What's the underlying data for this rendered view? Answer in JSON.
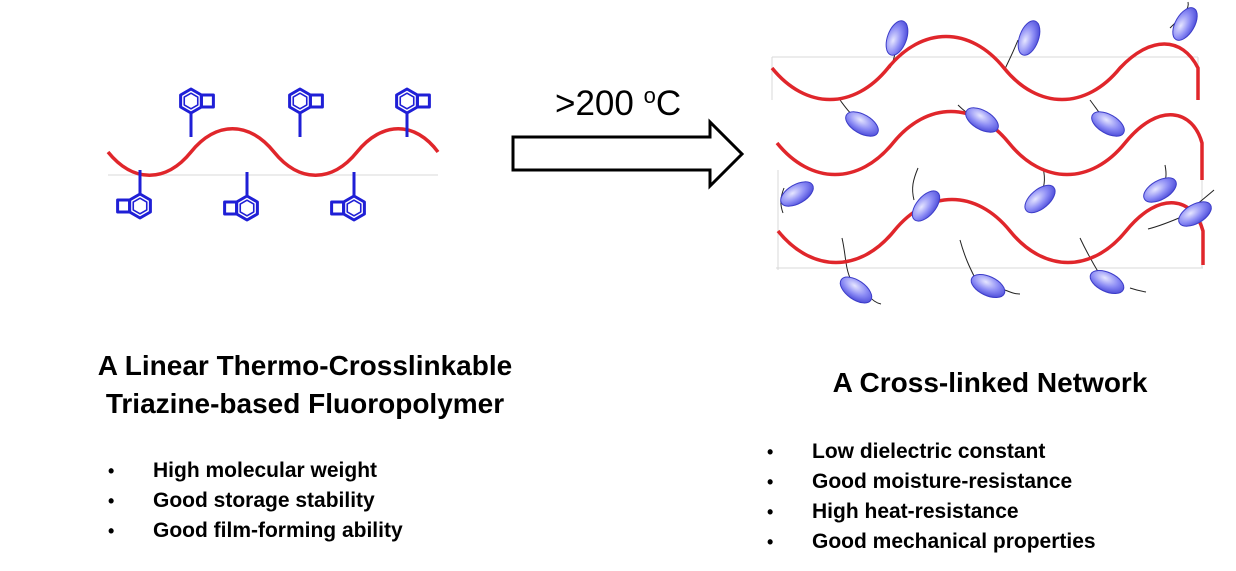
{
  "arrow": {
    "label_prefix": ">200 ",
    "label_sup": "o",
    "label_unit": "C"
  },
  "left": {
    "title_line1": "A Linear Thermo-Crosslinkable",
    "title_line2": "Triazine-based Fluoropolymer",
    "bullet": "•",
    "items": [
      "High molecular weight",
      "Good storage stability",
      "Good film-forming ability"
    ]
  },
  "right": {
    "title": "A Cross-linked Network",
    "bullet": "•",
    "items": [
      "Low dielectric constant",
      "Good moisture-resistance",
      "High heat-resistance",
      "Good mechanical properties"
    ]
  },
  "colors": {
    "polymer_chain": "#e0262b",
    "benzocyclobutene": "#1f1fd6",
    "crosslink_ellipse": "#6d6df0",
    "arrow": "#000000"
  }
}
